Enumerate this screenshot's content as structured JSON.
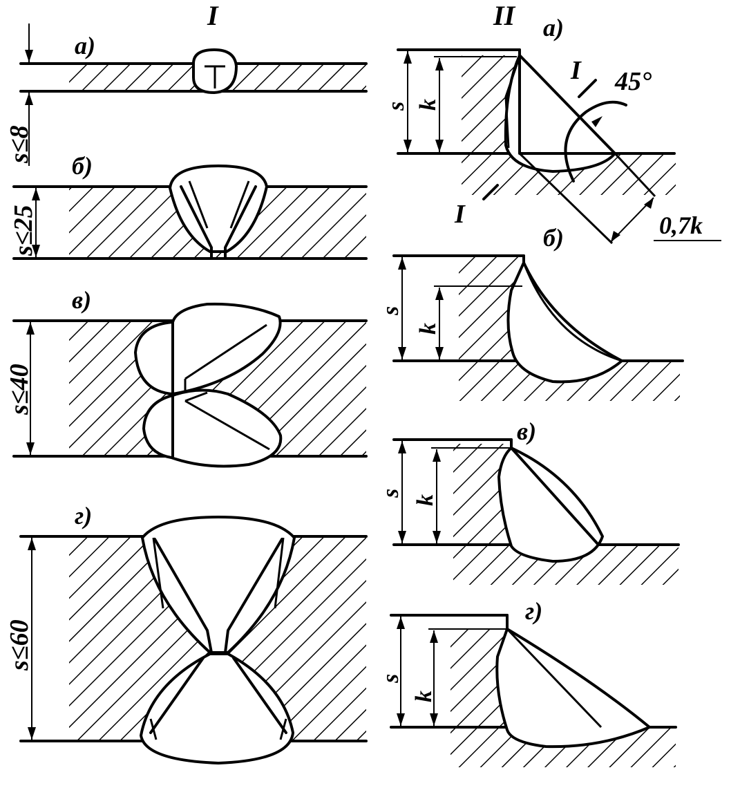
{
  "columns": {
    "left": "I",
    "right": "II"
  },
  "left_panels": [
    {
      "letter": "а)",
      "thickness": "s≤8"
    },
    {
      "letter": "б)",
      "thickness": "s≤25"
    },
    {
      "letter": "в)",
      "thickness": "s≤40"
    },
    {
      "letter": "г)",
      "thickness": "s≤60"
    }
  ],
  "right_panels": [
    {
      "letter": "а)",
      "s": "s",
      "k": "k"
    },
    {
      "letter": "б)",
      "s": "s",
      "k": "k"
    },
    {
      "letter": "в)",
      "s": "s",
      "k": "k"
    },
    {
      "letter": "г)",
      "s": "s",
      "k": "k"
    }
  ],
  "section_mark": "I",
  "angle": "45°",
  "throat": "0,7k"
}
